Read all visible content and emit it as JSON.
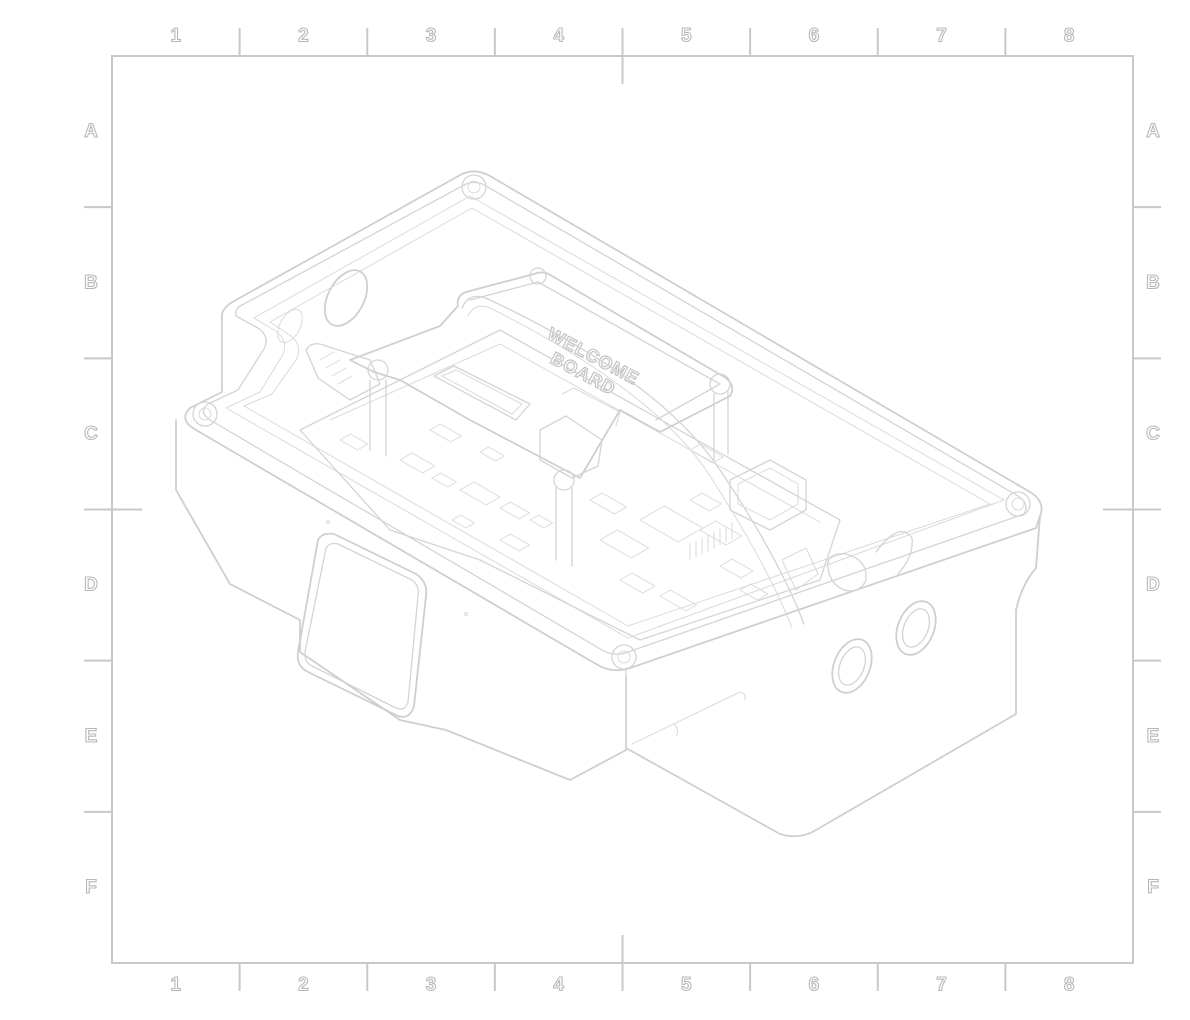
{
  "drawing": {
    "border_color": "#c8c8c8",
    "line_color": "#cfcfcf",
    "background": "#ffffff",
    "columns": [
      "1",
      "2",
      "3",
      "4",
      "5",
      "6",
      "7",
      "8"
    ],
    "rows": [
      "A",
      "B",
      "C",
      "D",
      "E",
      "F"
    ],
    "board_label_line1": "WELCOME",
    "board_label_line2": "BOARD"
  }
}
